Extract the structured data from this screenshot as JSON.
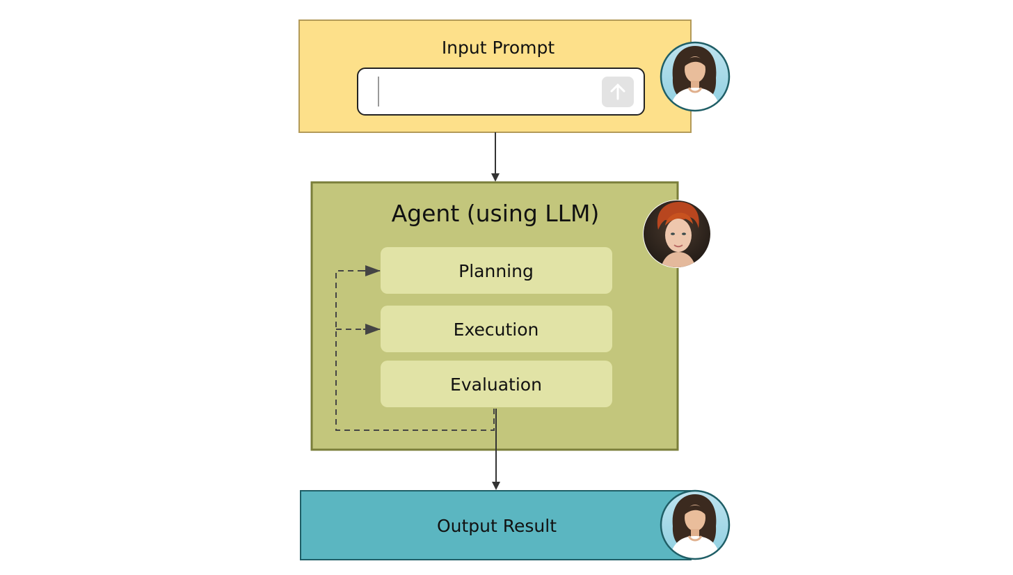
{
  "input_box": {
    "title": "Input Prompt",
    "fill": "#fde08a",
    "stroke": "#b39a58",
    "text_field_value": "",
    "send_icon": "arrow-up-icon"
  },
  "agent_box": {
    "title": "Agent (using LLM)",
    "fill": "#c3c67c",
    "stroke": "#7a7e3a",
    "steps": [
      {
        "label": "Planning"
      },
      {
        "label": "Execution"
      },
      {
        "label": "Evaluation"
      }
    ],
    "step_fill": "#e1e3a6"
  },
  "output_box": {
    "title": "Output Result",
    "fill": "#5bb6c1",
    "stroke": "#1f5e66"
  },
  "avatars": [
    {
      "role": "user-avatar-input",
      "icon": "user-avatar-icon"
    },
    {
      "role": "agent-avatar",
      "icon": "agent-avatar-icon"
    },
    {
      "role": "user-avatar-output",
      "icon": "user-avatar-icon"
    }
  ],
  "colors": {
    "arrow": "#333333",
    "feedback_loop": "#444444"
  }
}
